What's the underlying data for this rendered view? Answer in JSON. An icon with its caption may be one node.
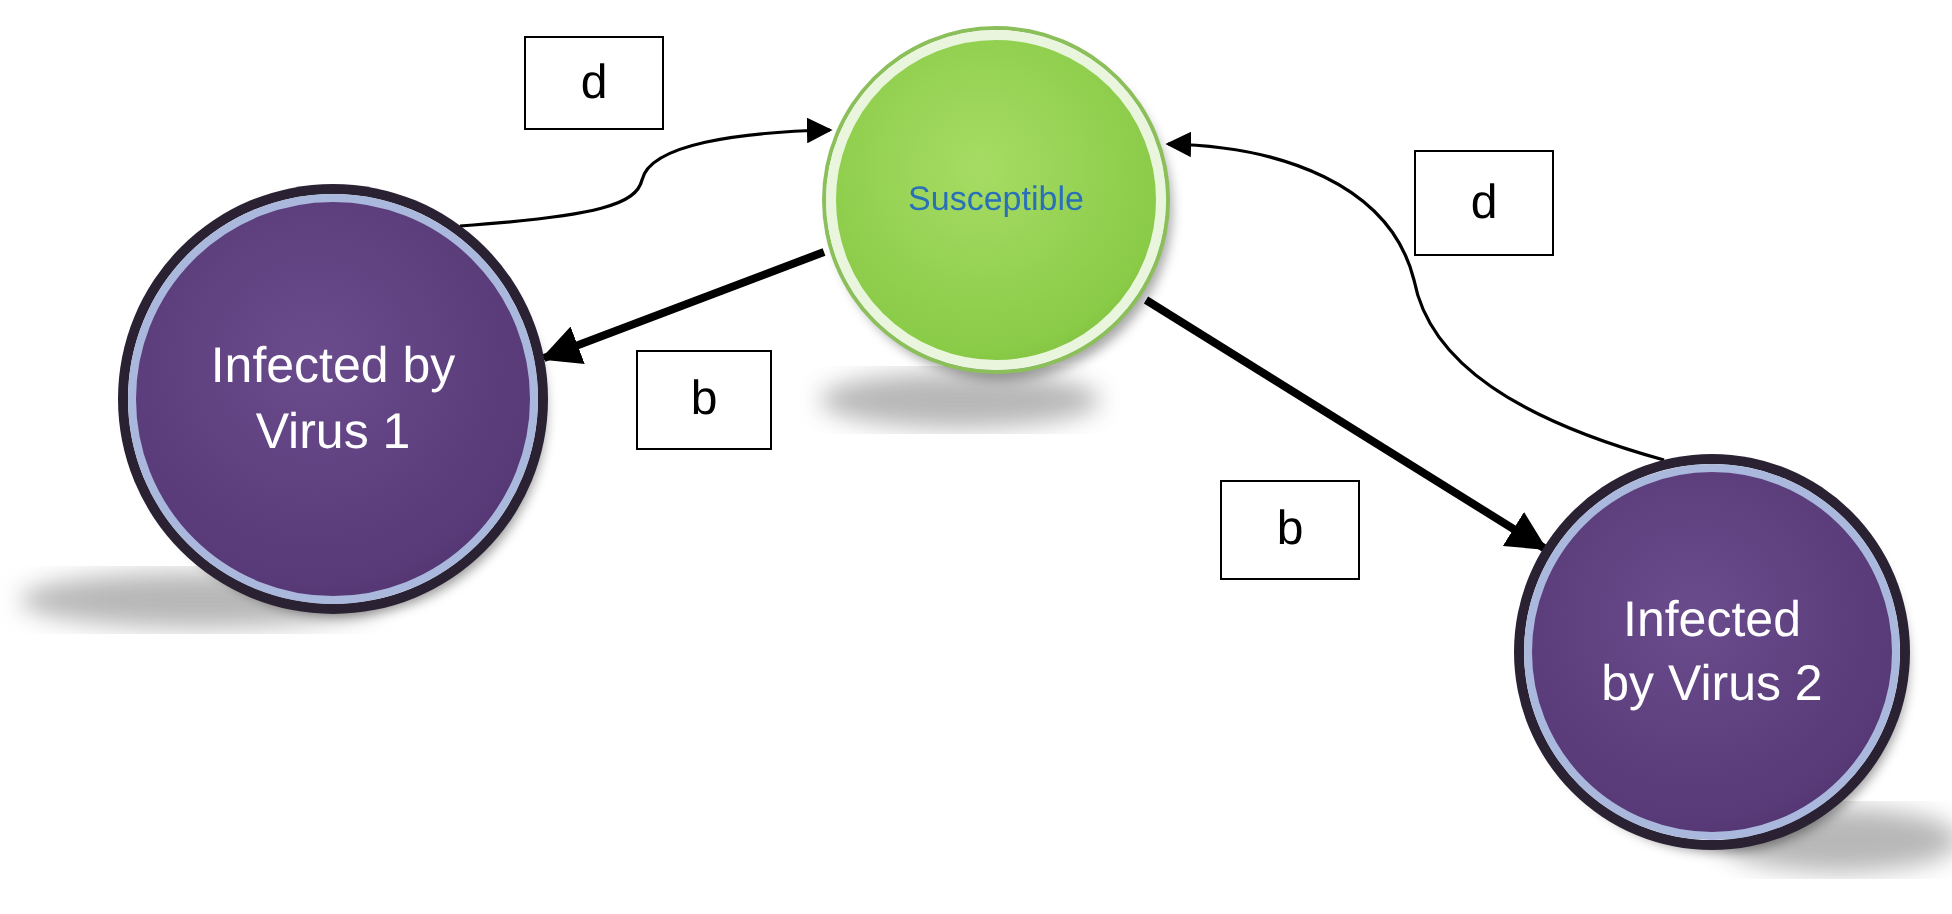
{
  "diagram": {
    "nodes": [
      {
        "text": [
          "Susceptible"
        ]
      },
      {
        "text": [
          "Infected by Virus 1"
        ]
      },
      {
        "text": [
          "Infected by Virus 2"
        ]
      }
    ],
    "edges": [
      {
        "from": 1,
        "to": 0,
        "arrow": "to",
        "label": "d"
      },
      {
        "from": 0,
        "to": 1,
        "arrow": "to",
        "label": "b",
        "style": "thick"
      },
      {
        "from": 0,
        "to": 2,
        "arrow": "to",
        "label": "b",
        "style": "thick"
      },
      {
        "from": 2,
        "to": 0,
        "arrow": "to",
        "label": "d"
      }
    ]
  }
}
